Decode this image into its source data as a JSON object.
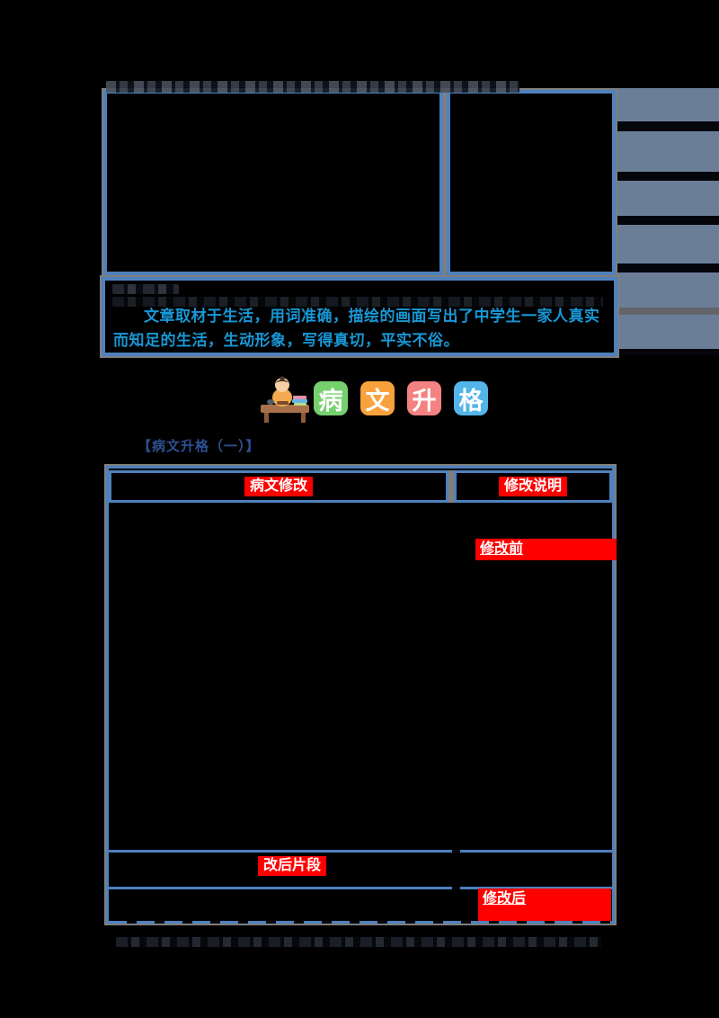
{
  "colors": {
    "border_blue": "#4f81bd",
    "shadow_gray": "#7f7f7f",
    "accent_red": "#ff0000",
    "comment_blue": "#1897d5",
    "label_navy": "#2e5192",
    "slate_strip": "#6b7e98"
  },
  "comment": {
    "text": "文章取材于生活，用词准确，描绘的画面写出了中学生一家人真实而知足的生活，生动形象，写得真切，平实不俗。"
  },
  "logo": {
    "mascot": "teacher-at-desk",
    "tiles": [
      {
        "char": "病",
        "color": "#77d06e"
      },
      {
        "char": "文",
        "color": "#f9a13c"
      },
      {
        "char": "升",
        "color": "#f58282"
      },
      {
        "char": "格",
        "color": "#53b5ea"
      }
    ]
  },
  "section_label": {
    "text": "【病文升格（一）】"
  },
  "revision_table": {
    "header": {
      "left": "病文修改",
      "right": "修改说明"
    },
    "markers": {
      "before": "修改前",
      "fragment": "改后片段",
      "after": "修改后"
    }
  }
}
